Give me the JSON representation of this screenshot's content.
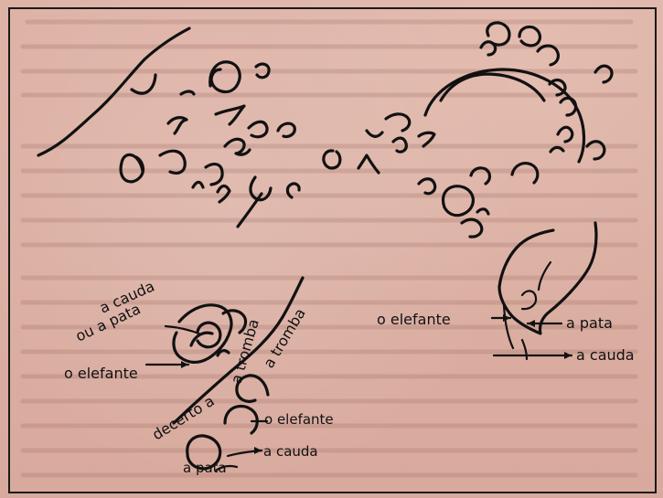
{
  "labels": {
    "a_cauda_ou_a_pata_line1": "a cauda",
    "a_cauda_ou_a_pata_line2": "ou a pata",
    "o_elefante_left": "o elefante",
    "a_tromba_1": "a tromba",
    "a_tromba_2": "a tromba",
    "decerto_a": "decerto a",
    "o_elefante_bottom": "o elefante",
    "a_cauda_bottom": "a cauda",
    "a_pata_bottom": "a pata",
    "o_elefante_right": "o elefante",
    "a_pata_right": "a pata",
    "a_cauda_right": "a cauda"
  }
}
